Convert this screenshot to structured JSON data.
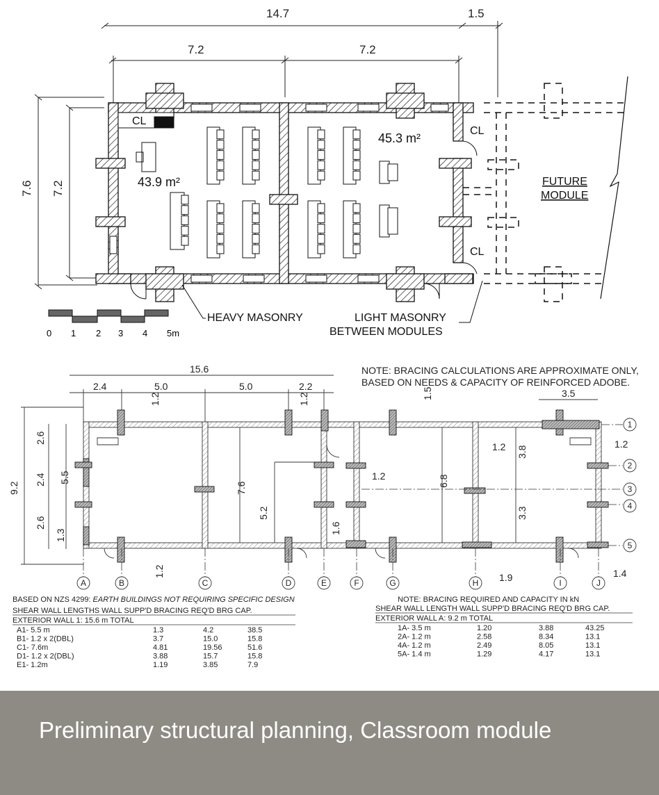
{
  "plan1": {
    "dims": {
      "total_width": "14.7",
      "future_width": "1.5",
      "half_left": "7.2",
      "half_right": "7.2",
      "outer_height": "7.6",
      "inner_height": "7.2"
    },
    "rooms": {
      "left_area": "43.9 m²",
      "right_area": "45.3 m²",
      "closet_left": "CL",
      "closet_right_top": "CL",
      "closet_right_bottom": "CL"
    },
    "future_module": [
      "FUTURE",
      "MODULE"
    ],
    "callouts": {
      "heavy": "HEAVY MASONRY",
      "light_line1": "LIGHT MASONRY",
      "light_line2": "BETWEEN MODULES"
    },
    "scale_labels": [
      "0",
      "1",
      "2",
      "3",
      "4",
      "5m"
    ]
  },
  "plan2": {
    "note_line1": "NOTE: BRACING CALCULATIONS ARE APPROXIMATE ONLY,",
    "note_line2": "BASED ON NEEDS & CAPACITY OF REINFORCED ADOBE.",
    "dims": {
      "overall": "15.6",
      "d1": "2.4",
      "d2": "5.0",
      "d3": "5.0",
      "d4": "2.2",
      "right_top": "3.5",
      "v_total": "9.2",
      "v1": "2.6",
      "v2": "2.4",
      "v3": "2.6",
      "v_mid": "5.5",
      "v_low": "1.3",
      "room_h": "7.6",
      "inner_52": "5.2",
      "inner_68": "6.8",
      "r38": "3.8",
      "r33": "3.3",
      "w12a": "1.2",
      "w12b": "1.2",
      "w12c": "1.2",
      "w12d": "1.2",
      "w12e": "1.2",
      "w15": "1.5",
      "w16": "1.6",
      "w19": "1.9",
      "w14": "1.4",
      "w12f": "1.2"
    },
    "grid_letters": [
      "A",
      "B",
      "C",
      "D",
      "E",
      "F",
      "G",
      "H",
      "I",
      "J"
    ],
    "grid_numbers": [
      "1",
      "2",
      "3",
      "4",
      "5"
    ],
    "table_left": {
      "heading_plain": "BASED ON NZS 4299: ",
      "heading_italic": "EARTH BUILDINGS NOT REQUIRING SPECIFIC DESIGN",
      "col_header": "SHEAR WALL LENGTHS          WALL SUPP'D   BRACING REQ'D   BRG CAP.",
      "subheading": "EXTERIOR WALL 1: 15.6 m TOTAL",
      "rows": [
        [
          "A1- 5.5 m",
          "1.3",
          "4.2",
          "38.5"
        ],
        [
          "B1- 1.2 x 2(DBL)",
          "3.7",
          "15.0",
          "15.8"
        ],
        [
          "C1- 7.6m",
          "4.81",
          "19.56",
          "51.6"
        ],
        [
          "D1- 1.2 x 2(DBL)",
          "3.88",
          "15.7",
          "15.8"
        ],
        [
          "E1- 1.2m",
          "1.19",
          "3.85",
          "7.9"
        ]
      ]
    },
    "table_right": {
      "note": "NOTE: BRACING REQUIRED AND CAPACITY IN kN",
      "col_header": "SHEAR WALL LENGTH    WALL SUPP'D   BRACING REQ'D   BRG CAP.",
      "subheading": "EXTERIOR WALL A: 9.2 m TOTAL",
      "rows": [
        [
          "1A- 3.5 m",
          "1.20",
          "3.88",
          "43.25"
        ],
        [
          "2A- 1.2 m",
          "2.58",
          "8.34",
          "13.1"
        ],
        [
          "4A- 1.2 m",
          "2.49",
          "8.05",
          "13.1"
        ],
        [
          "5A- 1.4 m",
          "1.29",
          "4.17",
          "13.1"
        ]
      ]
    }
  },
  "caption": "Preliminary structural planning, Classroom module"
}
